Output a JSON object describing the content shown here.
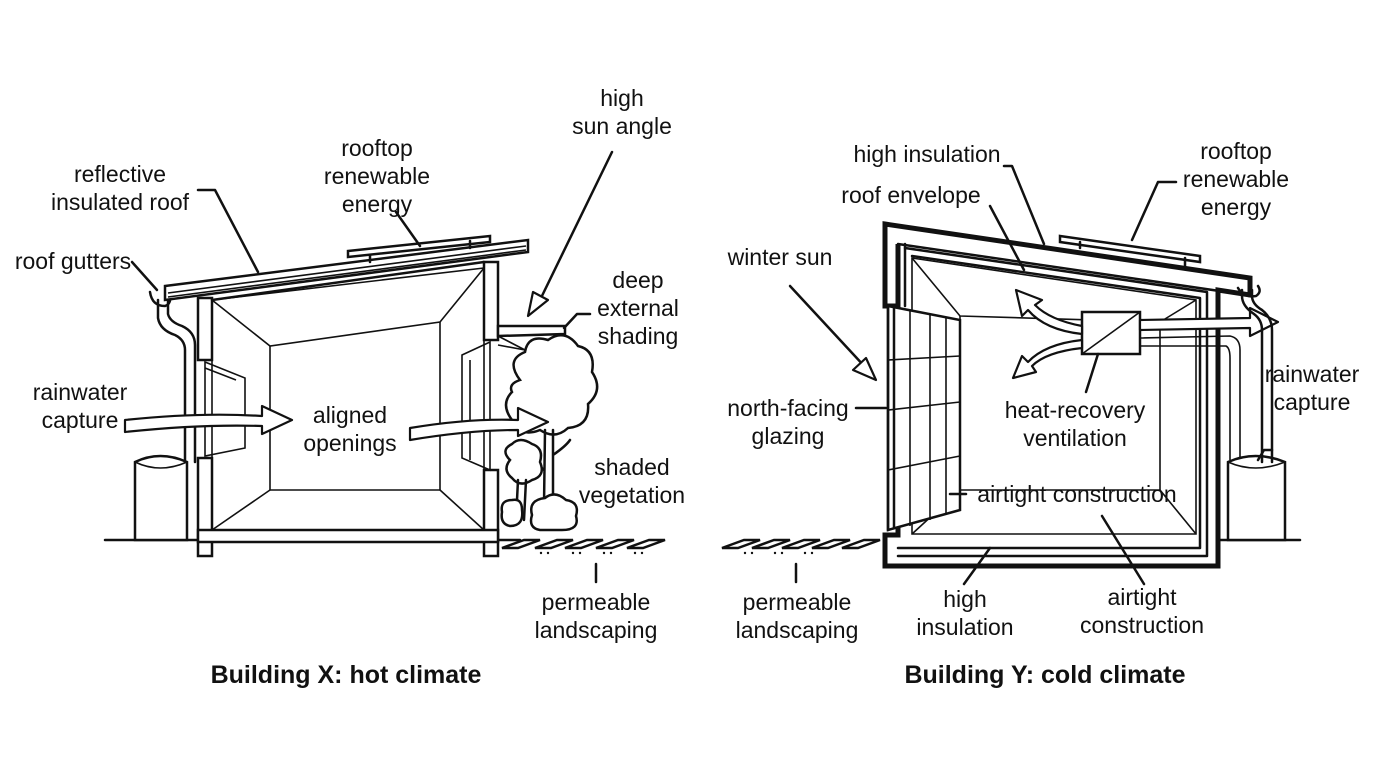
{
  "building_x": {
    "caption": "Building X: hot climate",
    "labels": {
      "high_sun_1": "high",
      "high_sun_2": "sun angle",
      "rooftop_1": "rooftop",
      "rooftop_2": "renewable",
      "rooftop_3": "energy",
      "reflective_1": "reflective",
      "reflective_2": "insulated roof",
      "roof_gutters": "roof gutters",
      "deep_1": "deep",
      "deep_2": "external",
      "deep_3": "shading",
      "rainwater_1": "rainwater",
      "rainwater_2": "capture",
      "aligned_1": "aligned",
      "aligned_2": "openings",
      "shaded_1": "shaded",
      "shaded_2": "vegetation",
      "permeable_1": "permeable",
      "permeable_2": "landscaping"
    }
  },
  "building_y": {
    "caption": "Building Y: cold climate",
    "labels": {
      "high_insulation_top": "high insulation",
      "roof_envelope": "roof envelope",
      "rooftop_1": "rooftop",
      "rooftop_2": "renewable",
      "rooftop_3": "energy",
      "winter_sun": "winter sun",
      "rainwater_1": "rainwater",
      "rainwater_2": "capture",
      "north_1": "north-facing",
      "north_2": "glazing",
      "hrv_1": "heat-recovery",
      "hrv_2": "ventilation",
      "airtight_inner": "airtight construction",
      "permeable_1": "permeable",
      "permeable_2": "landscaping",
      "high_ins_1": "high",
      "high_ins_2": "insulation",
      "airtight_1": "airtight",
      "airtight_2": "construction"
    }
  }
}
